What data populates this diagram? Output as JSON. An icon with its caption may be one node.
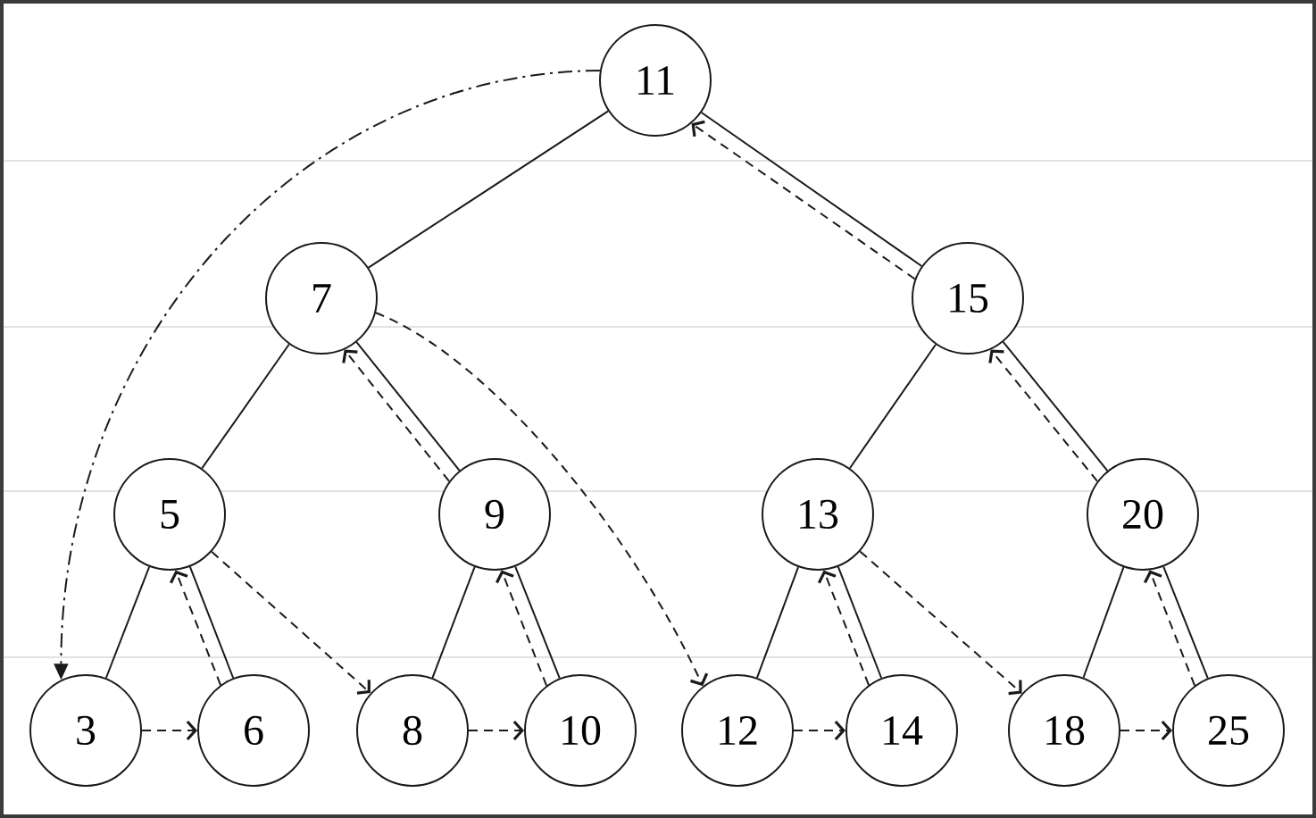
{
  "diagram": {
    "nodes": [
      {
        "text": [
          "11"
        ]
      },
      {
        "text": [
          "7"
        ]
      },
      {
        "text": [
          "15"
        ]
      },
      {
        "text": [
          "5"
        ]
      },
      {
        "text": [
          "9"
        ]
      },
      {
        "text": [
          "13"
        ]
      },
      {
        "text": [
          "20"
        ]
      },
      {
        "text": [
          "3"
        ]
      },
      {
        "text": [
          "6"
        ]
      },
      {
        "text": [
          "8"
        ]
      },
      {
        "text": [
          "10"
        ]
      },
      {
        "text": [
          "12"
        ]
      },
      {
        "text": [
          "14"
        ]
      },
      {
        "text": [
          "18"
        ]
      },
      {
        "text": [
          "25"
        ]
      }
    ],
    "edges": [
      {
        "from": 0,
        "to": 1,
        "arrow": "none"
      },
      {
        "from": 0,
        "to": 2,
        "arrow": "none"
      },
      {
        "from": 1,
        "to": 3,
        "arrow": "none"
      },
      {
        "from": 1,
        "to": 4,
        "arrow": "none"
      },
      {
        "from": 2,
        "to": 5,
        "arrow": "none"
      },
      {
        "from": 2,
        "to": 6,
        "arrow": "none"
      },
      {
        "from": 3,
        "to": 7,
        "arrow": "none"
      },
      {
        "from": 3,
        "to": 8,
        "arrow": "none"
      },
      {
        "from": 4,
        "to": 9,
        "arrow": "none"
      },
      {
        "from": 4,
        "to": 10,
        "arrow": "none"
      },
      {
        "from": 5,
        "to": 11,
        "arrow": "none"
      },
      {
        "from": 5,
        "to": 12,
        "arrow": "none"
      },
      {
        "from": 6,
        "to": 13,
        "arrow": "none"
      },
      {
        "from": 6,
        "to": 14,
        "arrow": "none"
      },
      {
        "from": 0,
        "to": 7,
        "arrow": "to",
        "style": "dashed"
      },
      {
        "from": 7,
        "to": 8,
        "arrow": "to",
        "style": "dashed"
      },
      {
        "from": 8,
        "to": 3,
        "arrow": "to",
        "style": "dashed"
      },
      {
        "from": 3,
        "to": 9,
        "arrow": "to",
        "style": "dashed"
      },
      {
        "from": 9,
        "to": 10,
        "arrow": "to",
        "style": "dashed"
      },
      {
        "from": 10,
        "to": 4,
        "arrow": "to",
        "style": "dashed"
      },
      {
        "from": 4,
        "to": 1,
        "arrow": "to",
        "style": "dashed"
      },
      {
        "from": 1,
        "to": 11,
        "arrow": "to",
        "style": "dashed"
      },
      {
        "from": 11,
        "to": 12,
        "arrow": "to",
        "style": "dashed"
      },
      {
        "from": 12,
        "to": 5,
        "arrow": "to",
        "style": "dashed"
      },
      {
        "from": 5,
        "to": 13,
        "arrow": "to",
        "style": "dashed"
      },
      {
        "from": 13,
        "to": 14,
        "arrow": "to",
        "style": "dashed"
      },
      {
        "from": 14,
        "to": 6,
        "arrow": "to",
        "style": "dashed"
      },
      {
        "from": 6,
        "to": 2,
        "arrow": "to",
        "style": "dashed"
      },
      {
        "from": 2,
        "to": 0,
        "arrow": "to",
        "style": "dashed"
      }
    ]
  }
}
